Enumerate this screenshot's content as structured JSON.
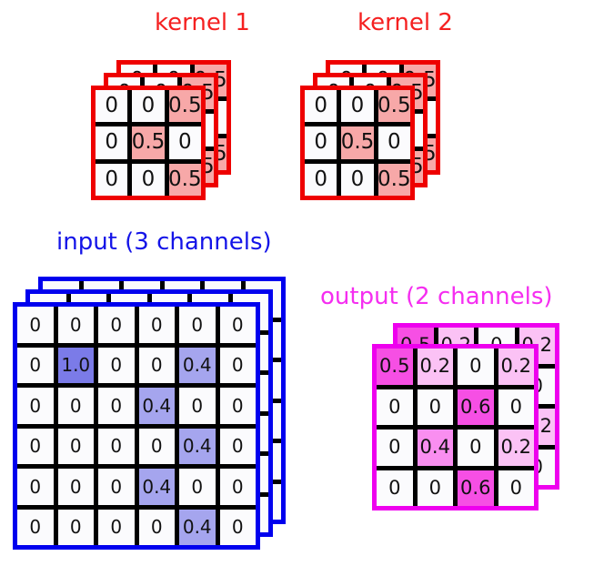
{
  "figure": {
    "description": "Multi-channel 2D convolution illustration: two 3x3 kernels applied to a 3-channel 6x6 input producing a 2-channel 4x4 output"
  },
  "colors": {
    "kernel_border": "#ee0000",
    "kernel_title": "#f52020",
    "kernel_highlight": "#f7a8a8",
    "input_border": "#0000ee",
    "input_title": "#1414e8",
    "input_high_1_0": "#7b7be8",
    "input_high_0_4": "#a5a5ee",
    "output_border": "#ee00ee",
    "output_title": "#f52ef0",
    "output_high_strong": "#f64fe4",
    "output_high_medium": "#f98ef0",
    "output_high_light": "#fbc2f5",
    "cell_empty": "#fbfbfd",
    "grid_line": "#000000"
  },
  "kernel1": {
    "title": "kernel 1",
    "channels": 3,
    "rows": 3,
    "cols": 3,
    "layers": [
      {
        "values": [
          [
            "0",
            "0",
            "0.5"
          ],
          [
            "0",
            "0.5",
            "0"
          ],
          [
            "0",
            "0",
            "0.5"
          ]
        ],
        "fills": [
          [
            "e",
            "e",
            "h"
          ],
          [
            "e",
            "h",
            "e"
          ],
          [
            "e",
            "e",
            "h"
          ]
        ]
      },
      {
        "values": [
          [
            "0",
            "0",
            "0.5"
          ],
          [
            "0",
            "0.5",
            "0"
          ],
          [
            "0",
            "0",
            "0.5"
          ]
        ],
        "fills": [
          [
            "e",
            "e",
            "h"
          ],
          [
            "e",
            "h",
            "e"
          ],
          [
            "e",
            "e",
            "h"
          ]
        ]
      },
      {
        "values": [
          [
            "0",
            "0",
            "0.5"
          ],
          [
            "0",
            "0.5",
            "0"
          ],
          [
            "0",
            "0",
            "0.5"
          ]
        ],
        "fills": [
          [
            "e",
            "e",
            "h"
          ],
          [
            "e",
            "h",
            "e"
          ],
          [
            "e",
            "e",
            "h"
          ]
        ]
      }
    ]
  },
  "kernel2": {
    "title": "kernel 2",
    "channels": 3,
    "rows": 3,
    "cols": 3,
    "layers": [
      {
        "values": [
          [
            "0",
            "0",
            "0.5"
          ],
          [
            "0",
            "0.5",
            "0"
          ],
          [
            "0",
            "0",
            "0.5"
          ]
        ],
        "fills": [
          [
            "e",
            "e",
            "h"
          ],
          [
            "e",
            "h",
            "e"
          ],
          [
            "e",
            "e",
            "h"
          ]
        ]
      },
      {
        "values": [
          [
            "0",
            "0",
            "0.5"
          ],
          [
            "0",
            "0.5",
            "0"
          ],
          [
            "0",
            "0",
            "0.5"
          ]
        ],
        "fills": [
          [
            "e",
            "e",
            "h"
          ],
          [
            "e",
            "h",
            "e"
          ],
          [
            "e",
            "e",
            "h"
          ]
        ]
      },
      {
        "values": [
          [
            "0",
            "0",
            "0.5"
          ],
          [
            "0",
            "0.5",
            "0"
          ],
          [
            "0",
            "0",
            "0.5"
          ]
        ],
        "fills": [
          [
            "e",
            "e",
            "h"
          ],
          [
            "e",
            "h",
            "e"
          ],
          [
            "e",
            "e",
            "h"
          ]
        ]
      }
    ]
  },
  "input": {
    "title": "input (3 channels)",
    "channels": 3,
    "rows": 6,
    "cols": 6,
    "layers": [
      {
        "values": [
          [
            "0",
            "0",
            "0",
            "0",
            "0",
            "0"
          ],
          [
            "0",
            "1.0",
            "0",
            "0",
            "0.4",
            "0"
          ],
          [
            "0",
            "0",
            "0",
            "0.4",
            "0",
            "0"
          ],
          [
            "0",
            "0",
            "0",
            "0",
            "0.4",
            "0"
          ],
          [
            "0",
            "0",
            "0",
            "0.4",
            "0",
            "0"
          ],
          [
            "0",
            "0",
            "0",
            "0",
            "0.4",
            "0"
          ]
        ],
        "fills": [
          [
            "e",
            "e",
            "e",
            "e",
            "e",
            "e"
          ],
          [
            "e",
            "a",
            "e",
            "e",
            "b",
            "e"
          ],
          [
            "e",
            "e",
            "e",
            "b",
            "e",
            "e"
          ],
          [
            "e",
            "e",
            "e",
            "e",
            "b",
            "e"
          ],
          [
            "e",
            "e",
            "e",
            "b",
            "e",
            "e"
          ],
          [
            "e",
            "e",
            "e",
            "e",
            "b",
            "e"
          ]
        ]
      },
      {
        "values": [
          [
            "0",
            "0",
            "0",
            "0",
            "0",
            "0"
          ],
          [
            "0",
            "0",
            "0",
            "0",
            "0",
            "0"
          ],
          [
            "0",
            "0",
            "0",
            "0",
            "0",
            "0"
          ],
          [
            "0",
            "0",
            "0",
            "0",
            "0",
            "0"
          ],
          [
            "0",
            "0",
            "0",
            "0",
            "0",
            "0"
          ],
          [
            "0",
            "0",
            "0",
            "0",
            "0",
            "0"
          ]
        ],
        "fills": [
          [
            "e",
            "e",
            "e",
            "e",
            "e",
            "e"
          ],
          [
            "e",
            "e",
            "e",
            "e",
            "e",
            "e"
          ],
          [
            "e",
            "e",
            "e",
            "e",
            "e",
            "e"
          ],
          [
            "e",
            "e",
            "e",
            "e",
            "e",
            "e"
          ],
          [
            "e",
            "e",
            "e",
            "e",
            "e",
            "e"
          ],
          [
            "e",
            "e",
            "e",
            "e",
            "e",
            "e"
          ]
        ]
      },
      {
        "values": [
          [
            "0",
            "0",
            "0",
            "0",
            "0",
            "0"
          ],
          [
            "0",
            "0",
            "0",
            "0",
            "0",
            "0"
          ],
          [
            "0",
            "0",
            "0",
            "0",
            "0",
            "0"
          ],
          [
            "0",
            "0",
            "0",
            "0",
            "0",
            "0"
          ],
          [
            "0",
            "0",
            "0",
            "0",
            "0",
            "0"
          ],
          [
            "0",
            "0",
            "0",
            "0",
            "0",
            "0"
          ]
        ],
        "fills": [
          [
            "e",
            "e",
            "e",
            "e",
            "e",
            "e"
          ],
          [
            "e",
            "e",
            "e",
            "e",
            "e",
            "e"
          ],
          [
            "e",
            "e",
            "e",
            "e",
            "e",
            "e"
          ],
          [
            "e",
            "e",
            "e",
            "e",
            "e",
            "e"
          ],
          [
            "e",
            "e",
            "e",
            "e",
            "e",
            "e"
          ],
          [
            "e",
            "e",
            "e",
            "e",
            "e",
            "e"
          ]
        ]
      }
    ]
  },
  "output": {
    "title": "output (2 channels)",
    "channels": 2,
    "rows": 4,
    "cols": 4,
    "layers": [
      {
        "values": [
          [
            "0.5",
            "0.2",
            "0",
            "0.2"
          ],
          [
            "0",
            "0",
            "0.6",
            "0"
          ],
          [
            "0",
            "0.4",
            "0",
            "0.2"
          ],
          [
            "0",
            "0",
            "0.6",
            "0"
          ]
        ],
        "fills": [
          [
            "s",
            "l",
            "e",
            "l"
          ],
          [
            "e",
            "e",
            "s",
            "e"
          ],
          [
            "e",
            "m",
            "e",
            "l"
          ],
          [
            "e",
            "e",
            "s",
            "e"
          ]
        ]
      },
      {
        "values": [
          [
            "0.5",
            "0.2",
            "0",
            "0.2"
          ],
          [
            "0",
            "0",
            "0.6",
            "0"
          ],
          [
            "0",
            "0.4",
            "0",
            "0.2"
          ],
          [
            "0",
            "0",
            "0.6",
            "0"
          ]
        ],
        "fills": [
          [
            "s",
            "l",
            "e",
            "l"
          ],
          [
            "e",
            "e",
            "s",
            "e"
          ],
          [
            "e",
            "m",
            "e",
            "l"
          ],
          [
            "e",
            "e",
            "s",
            "e"
          ]
        ]
      }
    ]
  }
}
